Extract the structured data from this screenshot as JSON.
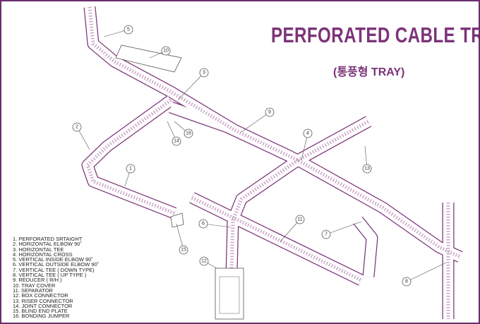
{
  "title": "PERFORATED CABLE TRAY",
  "subtitle": "(통풍형 TRAY)",
  "legend": [
    "1. PERFORATED SRTAIGHT",
    "2. HORIZONTAL ELBOW 90˚",
    "3. HORIZONTAL TEE",
    "4. HORIZONTAL CROSS",
    "5. VERTICAL INSIDE ELBOW 90˚",
    "6. VERTICAL OUTSIDE ELBOW 90˚",
    "7. VERTICAL TEE ( DOWN TYPE)",
    "8. VERTICAL TEE ( UP TYPE )",
    "9. REDUCER ( R/H )",
    "10. TRAY COVER",
    "11. SEPARATOR",
    "12. BOX CONNECTOR",
    "13. RISER CONNECTOR",
    "14. JOINT CONNECTOR",
    "15. BLIND END PLATE",
    "16. BONDING JUMPER"
  ],
  "callouts": [
    "1",
    "2",
    "3",
    "4",
    "5",
    "6",
    "7",
    "8",
    "9",
    "10",
    "11",
    "12",
    "13",
    "14",
    "15",
    "16"
  ],
  "colors": {
    "accent": "#7b3478",
    "frame": "#6b2d6b",
    "line": "#7b3478"
  }
}
